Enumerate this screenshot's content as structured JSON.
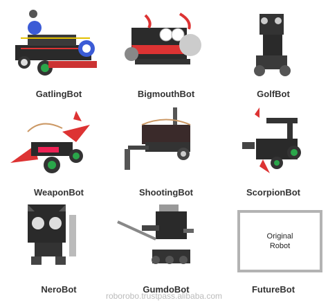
{
  "robots": [
    {
      "name": "GatlingBot"
    },
    {
      "name": "BigmouthBot"
    },
    {
      "name": "GolfBot"
    },
    {
      "name": "WeaponBot"
    },
    {
      "name": "ShootingBot"
    },
    {
      "name": "ScorpionBot"
    },
    {
      "name": "NeroBot"
    },
    {
      "name": "GumdoBot"
    },
    {
      "name": "FutureBot"
    }
  ],
  "future_box": {
    "line1": "Original",
    "line2": "Robot"
  },
  "footer": "roborobo.trustpass.alibaba.com",
  "colors": {
    "caption": "#333333",
    "frame": "#b3b3b3",
    "watermark": "#bbbbbb"
  }
}
